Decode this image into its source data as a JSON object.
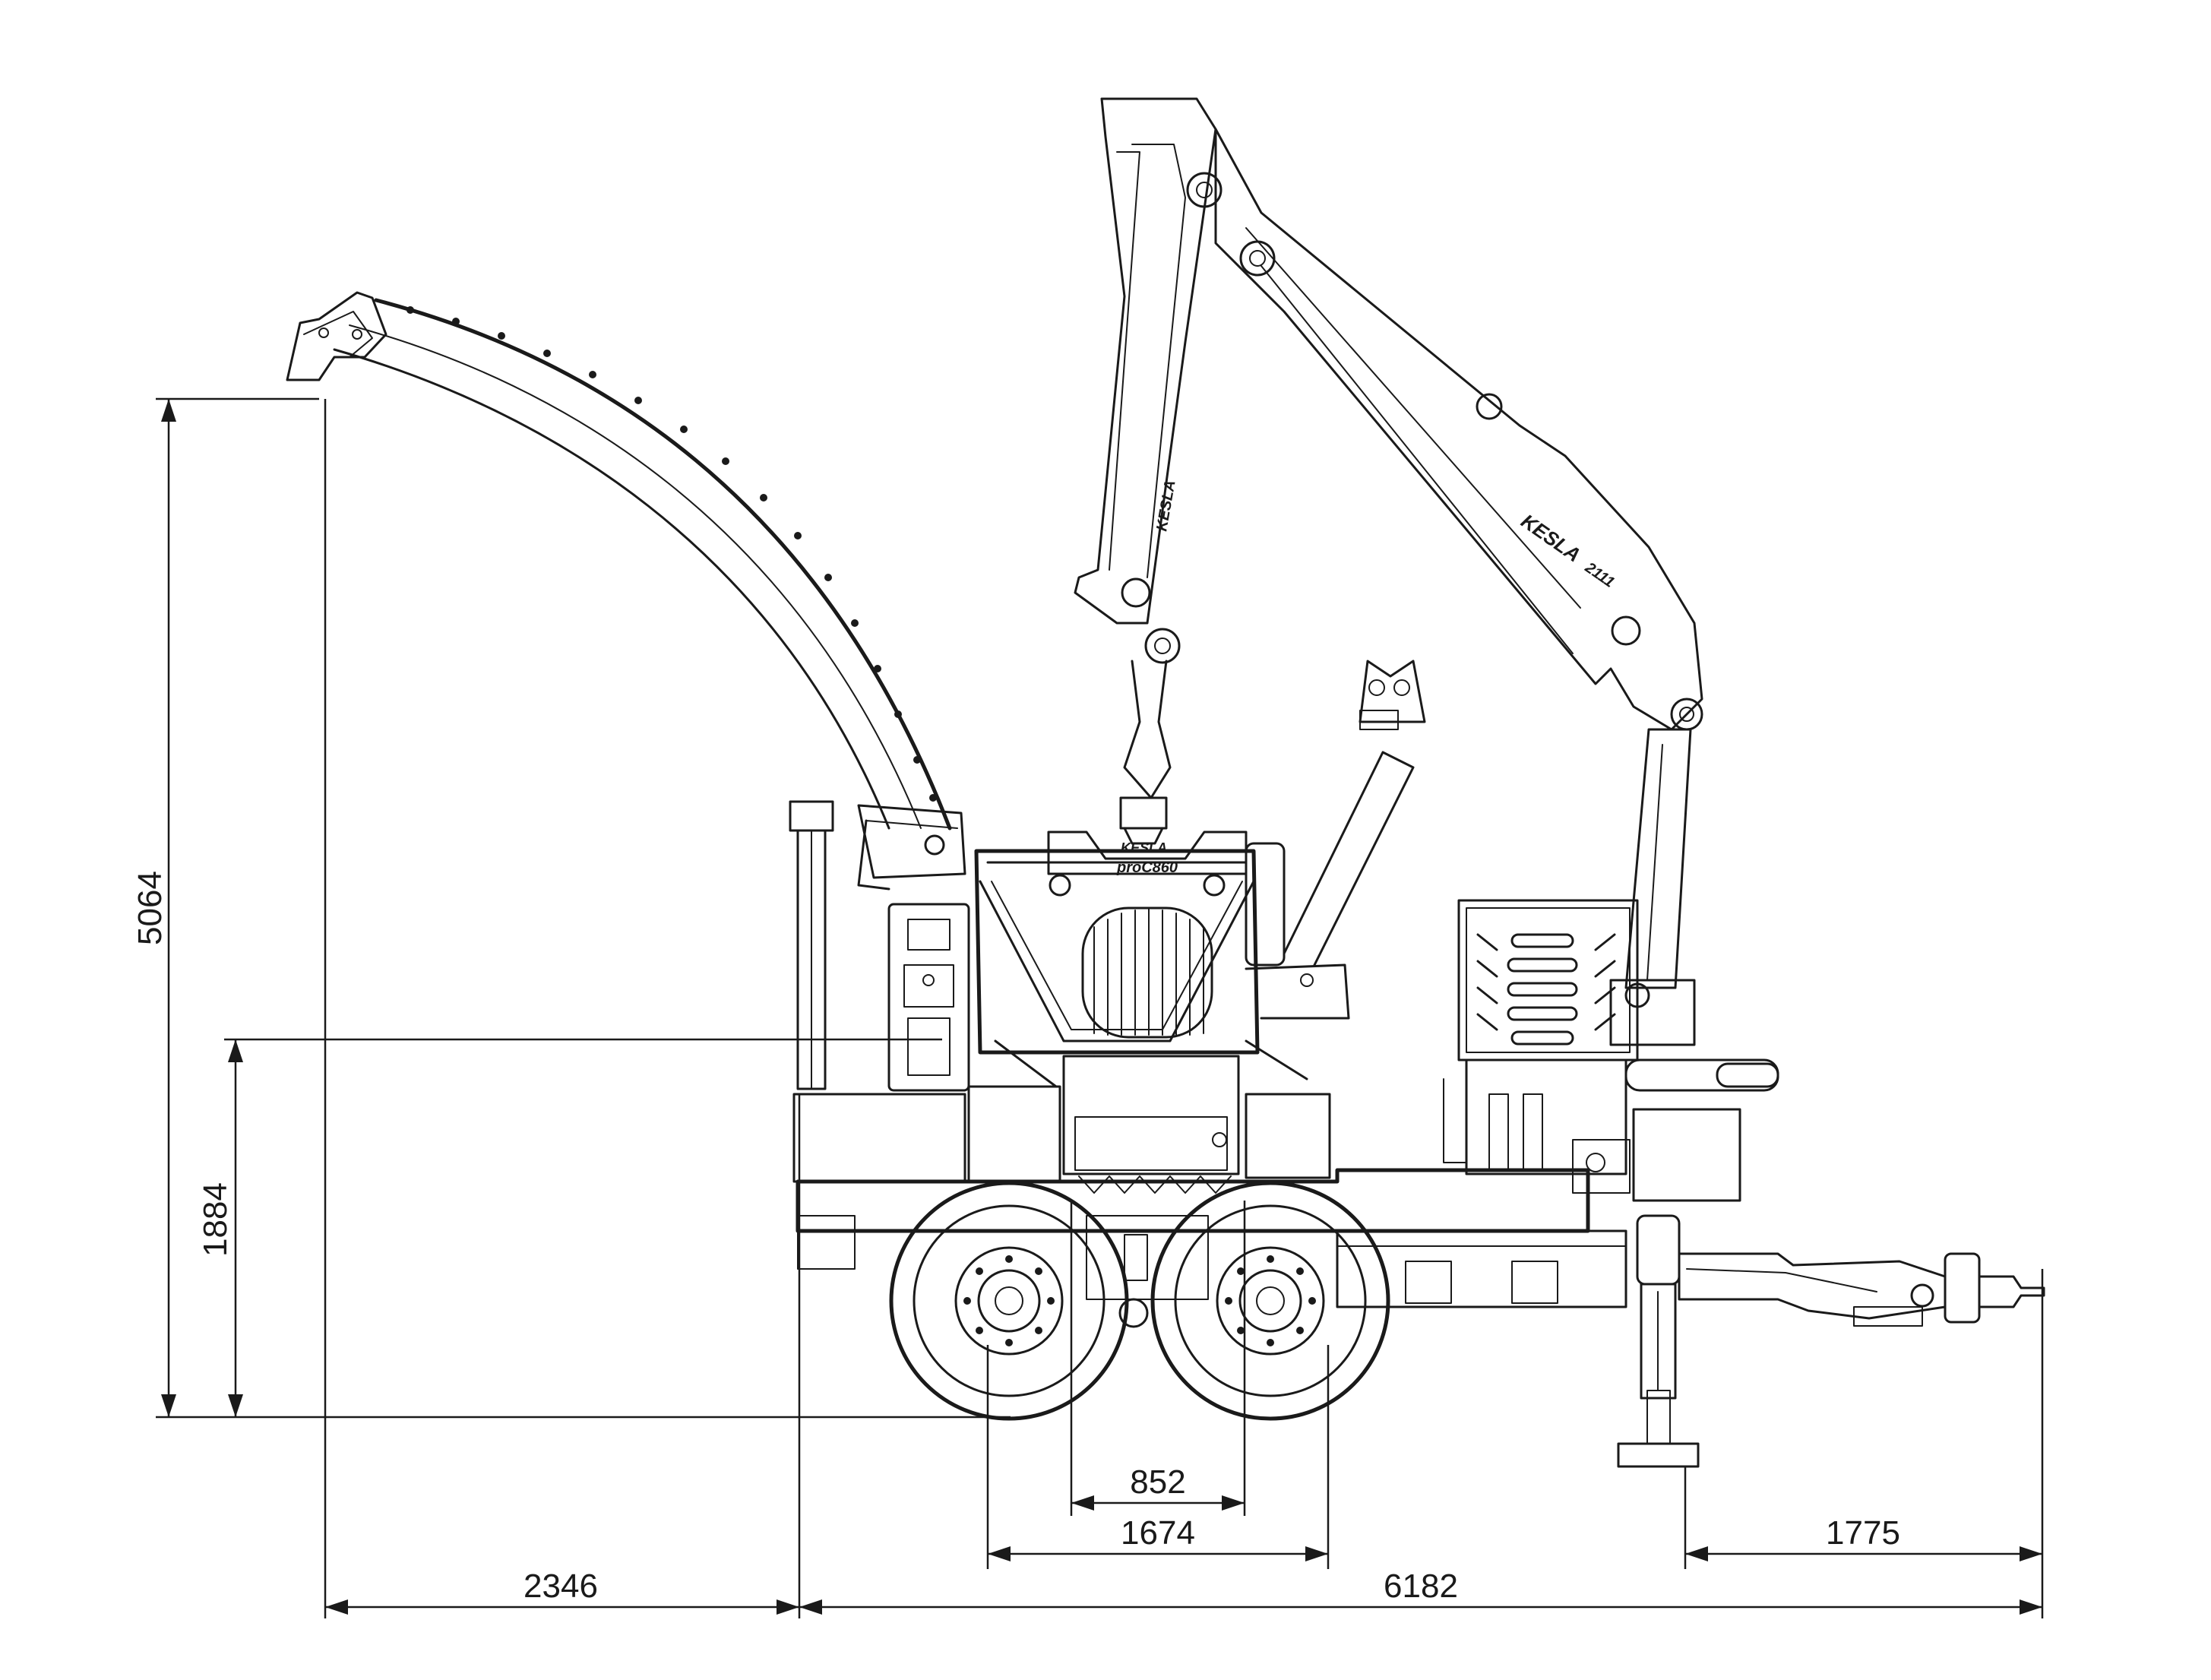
{
  "diagram": {
    "dimensions": {
      "overall_height": "5064",
      "feed_height": "1884",
      "axle_spacing": "852",
      "wheel_span": "1674",
      "drawbar_length": "1775",
      "chute_overhang": "2346",
      "body_length": "6182"
    },
    "labels": {
      "boom_brand": "KESLA",
      "boom_model": "2111",
      "crane_text": "KESLA",
      "feed_brand": "KESLA",
      "feed_model": "proC860"
    },
    "icons": [
      "crane-arm",
      "chipper-chute",
      "tandem-wheel",
      "drawbar-hitch",
      "engine-housing",
      "support-leg"
    ]
  }
}
